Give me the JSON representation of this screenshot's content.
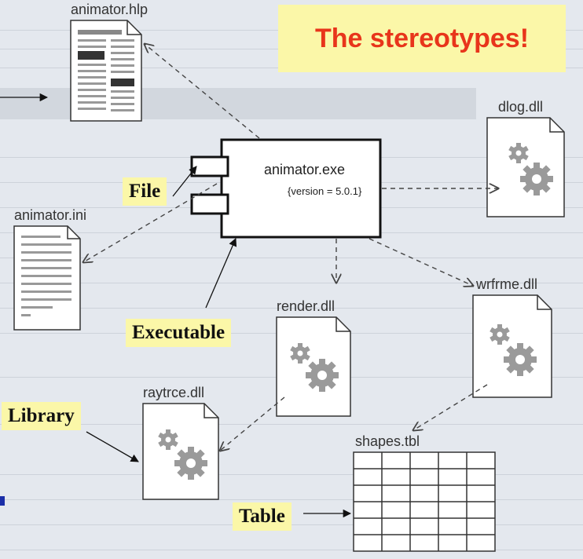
{
  "title": "The stereotypes!",
  "components": {
    "executable": {
      "name": "animator.exe",
      "version": "{version = 5.0.1}"
    },
    "help_file": "animator.hlp",
    "ini_file": "animator.ini",
    "dlog": "dlog.dll",
    "wrfrme": "wrfrme.dll",
    "render": "render.dll",
    "raytrce": "raytrce.dll",
    "shapes": "shapes.tbl"
  },
  "callouts": {
    "file": "File",
    "executable": "Executable",
    "library": "Library",
    "table": "Table"
  },
  "colors": {
    "title_text": "#e8351b",
    "callout_bg": "#fbf7a8",
    "gear": "#9a9a9a"
  }
}
